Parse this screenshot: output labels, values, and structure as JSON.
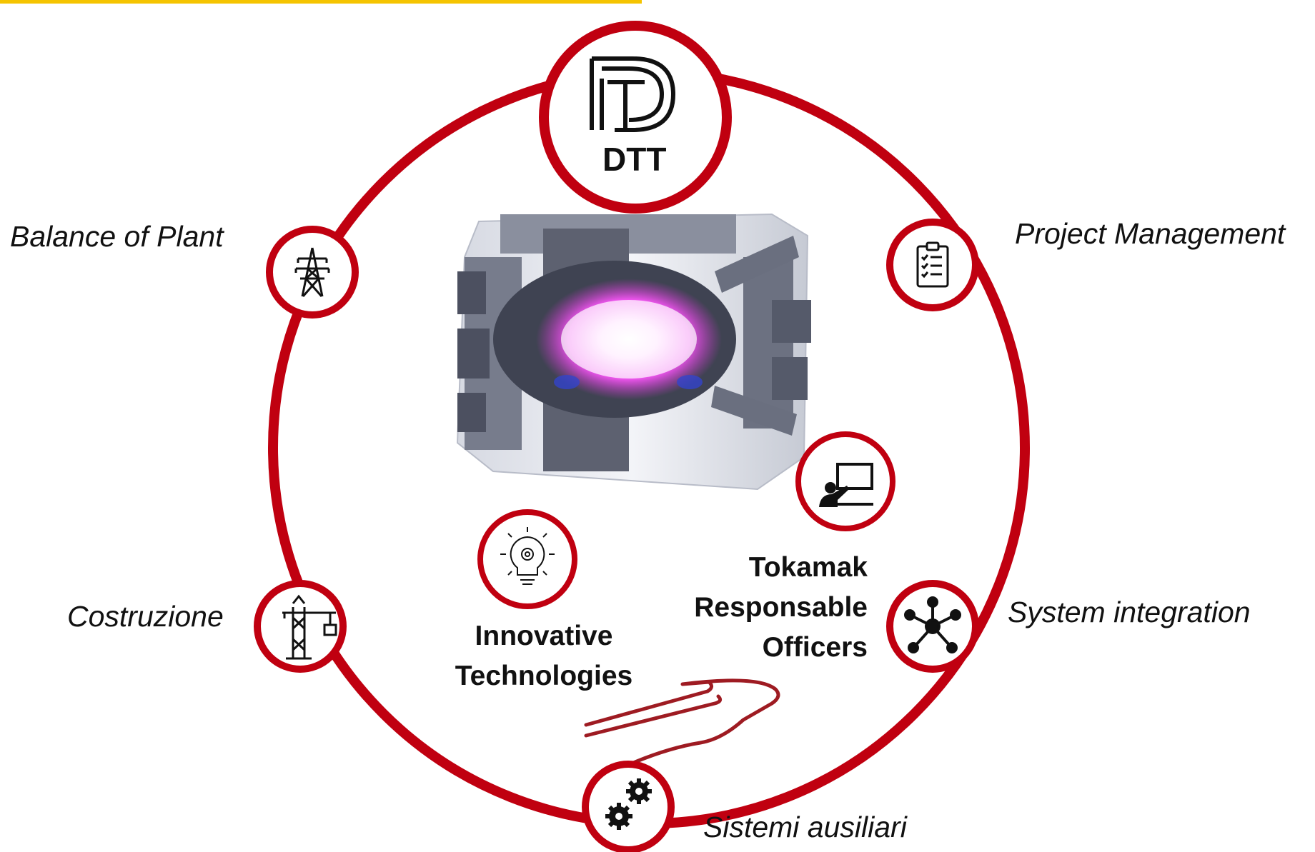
{
  "center": {
    "title": "DTT"
  },
  "ring_nodes": {
    "balance_of_plant": "Balance of Plant",
    "project_management": "Project Management",
    "costruzione": "Costruzione",
    "system_integration": "System integration",
    "sistemi_ausiliari": "Sistemi ausiliari"
  },
  "inner": {
    "innovative": [
      "Innovative",
      "Technologies"
    ],
    "tokamak": [
      "Tokamak",
      "Responsable",
      "Officers"
    ]
  },
  "colors": {
    "ring": "#c00010",
    "accent_bar": "#f5c400",
    "plasma": "#e040e0",
    "hand": "#9e1b22"
  },
  "icons": [
    "dtt-logo-icon",
    "power-tower-icon",
    "clipboard-checklist-icon",
    "crane-icon",
    "network-hub-icon",
    "gears-icon",
    "lightbulb-gear-icon",
    "presentation-icon",
    "hand-icon",
    "tokamak-image"
  ]
}
